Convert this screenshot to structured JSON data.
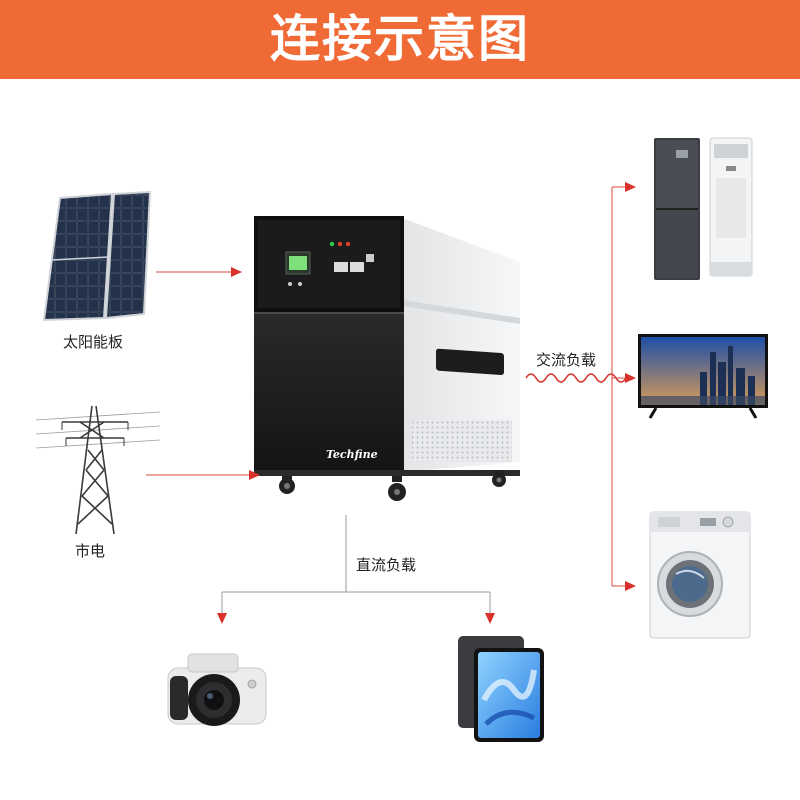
{
  "banner": {
    "title": "连接示意图",
    "color": "#f06a35"
  },
  "sources": [
    {
      "label": "太阳能板",
      "icon": "solar-panel-icon"
    },
    {
      "label": "市电",
      "icon": "power-tower-icon"
    }
  ],
  "device": {
    "brand": "Techfine",
    "icon": "energy-storage-unit-icon"
  },
  "ac_load": {
    "label": "交流负载",
    "devices": [
      "refrigerator-icon",
      "air-conditioner-icon",
      "television-icon",
      "washing-machine-icon"
    ]
  },
  "dc_load": {
    "label": "直流负载",
    "devices": [
      "camera-icon",
      "tablet-icon"
    ]
  },
  "colors": {
    "arrow": "#d9312b",
    "line": "#e04a40",
    "wave": "#d9312b"
  }
}
